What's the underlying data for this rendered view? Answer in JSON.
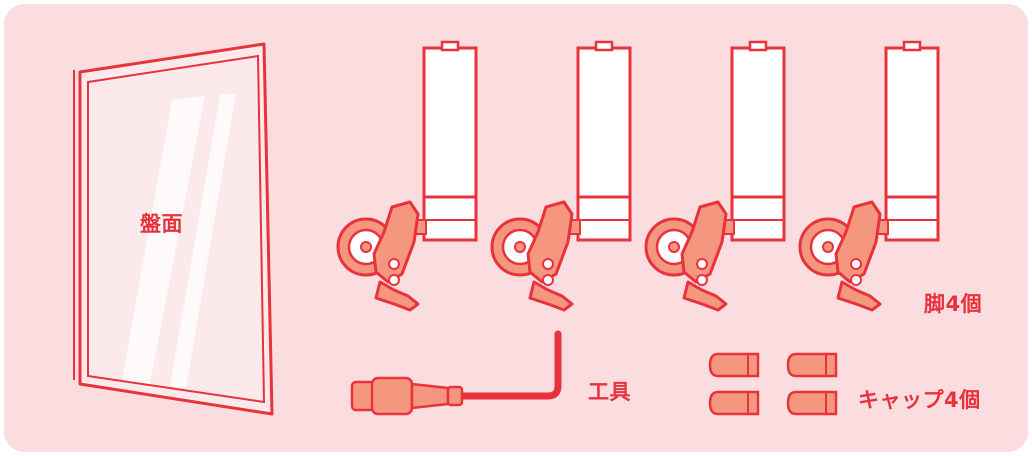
{
  "labels": {
    "board": "盤面",
    "legs": "脚4個",
    "tool": "工具",
    "caps": "キャップ4個"
  },
  "colors": {
    "background": "#fbdde0",
    "line": "#e8323c",
    "fill_light": "#f5977f",
    "fill_white": "#ffffff"
  },
  "icons": [
    "board-panel-icon",
    "caster-leg-icon",
    "hex-key-tool-icon",
    "cap-icon"
  ]
}
